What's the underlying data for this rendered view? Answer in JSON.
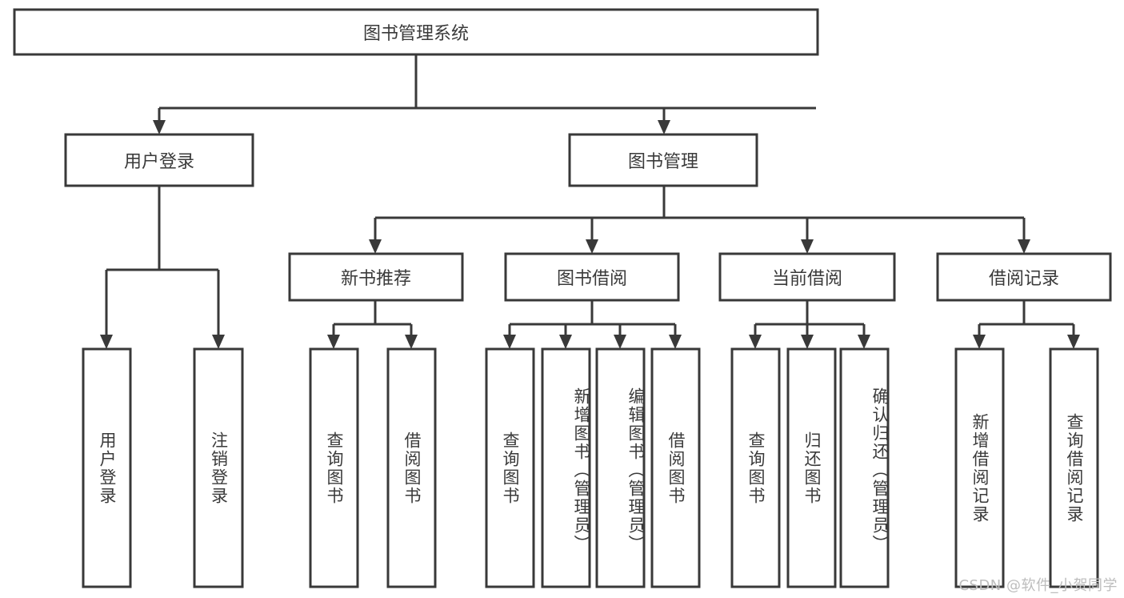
{
  "diagram": {
    "type": "tree-hierarchy-chart",
    "title": "图书管理系统",
    "watermark": "CSDN @软件_小贺同学",
    "colors": {
      "stroke": "#393939",
      "box_fill": "#ffffff",
      "text": "#3a3a3a",
      "background": "#ffffff",
      "watermark": "#bdbdbd"
    },
    "levels": [
      {
        "level": 1,
        "nodes": [
          {
            "id": "root",
            "label": "图书管理系统",
            "orientation": "horizontal"
          }
        ]
      },
      {
        "level": 2,
        "nodes": [
          {
            "id": "user-login",
            "label": "用户登录",
            "orientation": "horizontal",
            "parent": "root"
          },
          {
            "id": "book-manage",
            "label": "图书管理",
            "orientation": "horizontal",
            "parent": "root"
          }
        ]
      },
      {
        "level": 3,
        "nodes": [
          {
            "id": "new-book-recommend",
            "label": "新书推荐",
            "orientation": "horizontal",
            "parent": "book-manage"
          },
          {
            "id": "book-borrow",
            "label": "图书借阅",
            "orientation": "horizontal",
            "parent": "book-manage"
          },
          {
            "id": "current-borrow",
            "label": "当前借阅",
            "orientation": "horizontal",
            "parent": "book-manage"
          },
          {
            "id": "borrow-record",
            "label": "借阅记录",
            "orientation": "horizontal",
            "parent": "book-manage"
          }
        ]
      },
      {
        "level": 4,
        "nodes": [
          {
            "id": "leaf-user-login",
            "label": "用户登录",
            "orientation": "vertical",
            "parent": "user-login"
          },
          {
            "id": "leaf-logout-login",
            "label": "注销登录",
            "orientation": "vertical",
            "parent": "user-login"
          },
          {
            "id": "leaf-query-book-1",
            "label": "查询图书",
            "orientation": "vertical",
            "parent": "new-book-recommend"
          },
          {
            "id": "leaf-borrow-book-1",
            "label": "借阅图书",
            "orientation": "vertical",
            "parent": "new-book-recommend"
          },
          {
            "id": "leaf-query-book-2",
            "label": "查询图书",
            "orientation": "vertical",
            "parent": "book-borrow"
          },
          {
            "id": "leaf-add-book",
            "label": "新增图书（管理员）",
            "orientation": "vertical",
            "parent": "book-borrow"
          },
          {
            "id": "leaf-edit-book",
            "label": "编辑图书（管理员）",
            "orientation": "vertical",
            "parent": "book-borrow"
          },
          {
            "id": "leaf-borrow-book-2",
            "label": "借阅图书",
            "orientation": "vertical",
            "parent": "book-borrow"
          },
          {
            "id": "leaf-query-book-3",
            "label": "查询图书",
            "orientation": "vertical",
            "parent": "current-borrow"
          },
          {
            "id": "leaf-return-book",
            "label": "归还图书",
            "orientation": "vertical",
            "parent": "current-borrow"
          },
          {
            "id": "leaf-confirm-return",
            "label": "确认归还（管理员）",
            "orientation": "vertical",
            "parent": "current-borrow"
          },
          {
            "id": "leaf-add-record",
            "label": "新增借阅记录",
            "orientation": "vertical",
            "parent": "borrow-record"
          },
          {
            "id": "leaf-query-record",
            "label": "查询借阅记录",
            "orientation": "vertical",
            "parent": "borrow-record"
          }
        ]
      }
    ]
  }
}
